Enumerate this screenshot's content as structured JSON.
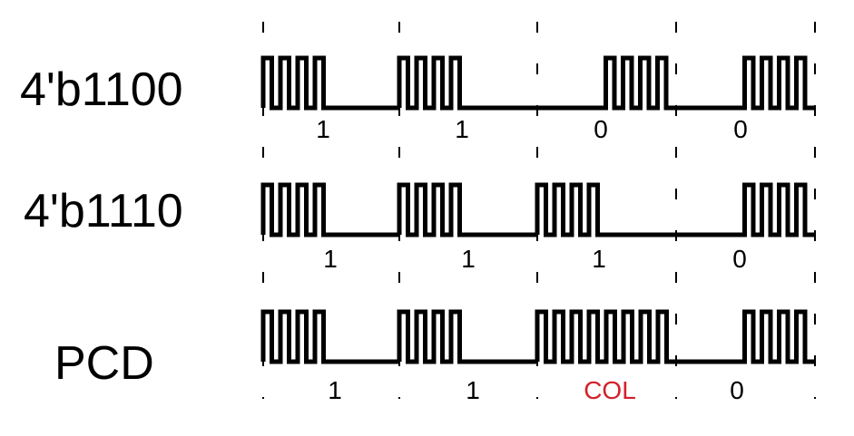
{
  "rows": [
    {
      "label": "4'b1100",
      "bits": [
        "1",
        "1",
        "0",
        "0"
      ]
    },
    {
      "label": "4'b1110",
      "bits": [
        "1",
        "1",
        "1",
        "0"
      ]
    },
    {
      "label": "PCD",
      "bits": [
        "1",
        "1",
        "COL",
        "0"
      ]
    }
  ],
  "colors": {
    "collision": "#d4202a",
    "signal": "#000000"
  }
}
